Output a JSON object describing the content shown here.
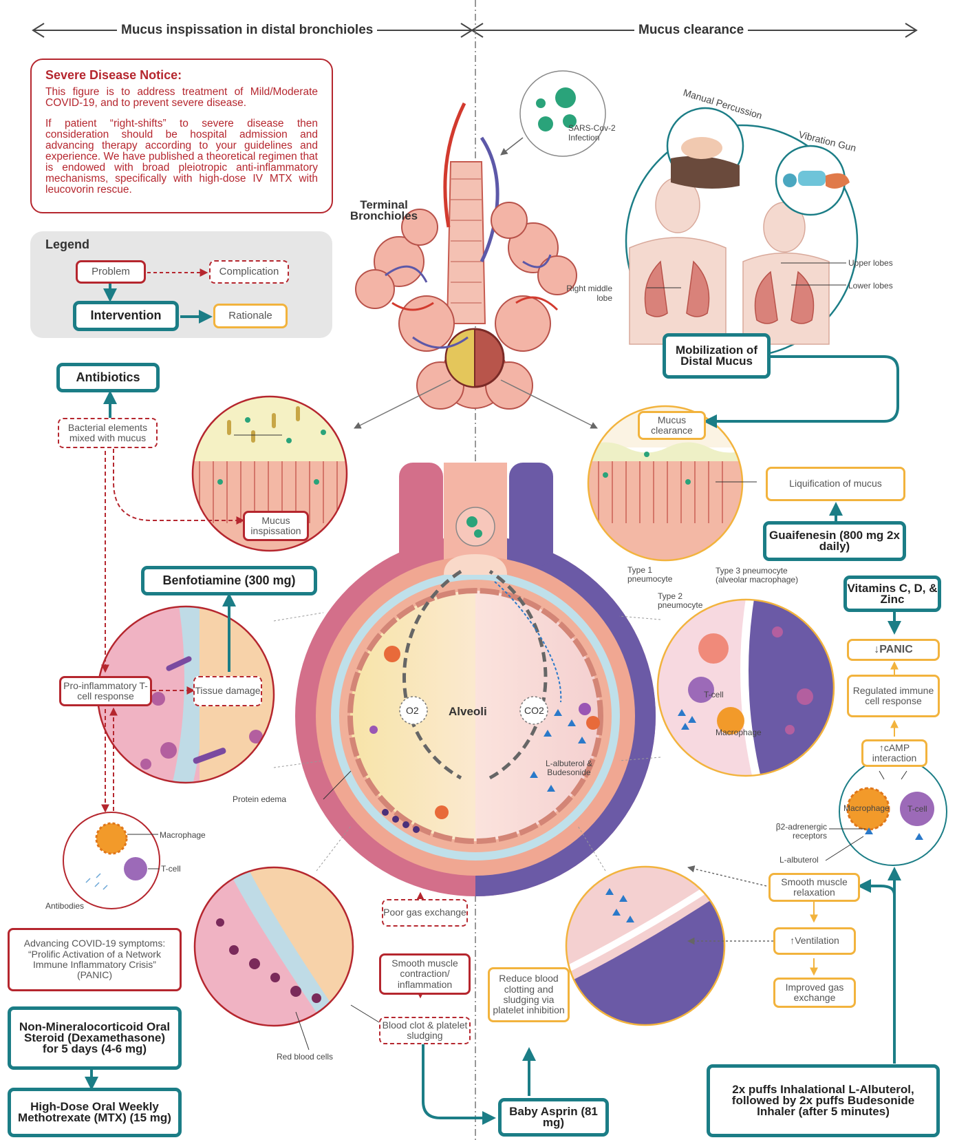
{
  "header": {
    "left": "Mucus inspissation in distal bronchioles",
    "right": "Mucus clearance"
  },
  "notice": {
    "title": "Severe Disease Notice:",
    "p1": "This figure is to address treatment of Mild/Moderate COVID-19, and to prevent severe disease.",
    "p2": "If patient “right-shifts” to severe disease then consideration should be hospital admission and advancing therapy according to your guidelines and experience. We have published a theoretical regimen that is endowed with broad pleiotropic anti-inflammatory mechanisms, specifically with high-dose IV MTX with leucovorin rescue."
  },
  "legend": {
    "title": "Legend",
    "problem": "Problem",
    "complication": "Complication",
    "intervention": "Intervention",
    "rationale": "Rationale"
  },
  "anatomy": {
    "terminal_bronchioles": "Terminal Bronchioles",
    "sars": "SARS-Cov-2 Infection",
    "alveoli": "Alveoli",
    "o2": "O2",
    "co2": "CO2",
    "type1": "Type 1 pneumocyte",
    "type2": "Type 2 pneumocyte",
    "type3": "Type 3 pneumocyte (alveolar macrophage)",
    "protein_edema": "Protein edema",
    "red_blood_cells": "Red blood cells",
    "lalb_bud": "L-albuterol & Budesonide",
    "macrophage": "Macrophage",
    "tcell": "T-cell",
    "antibodies": "Antibodies",
    "beta2": "β2-adrenergic receptors",
    "lalbuterol": "L-albuterol",
    "manual_percussion": "Manual Percussion",
    "vibration_gun": "Vibration Gun",
    "upper_lobes": "Upper lobes",
    "lower_lobes": "Lower lobes",
    "right_middle_lobe": "Right middle lobe"
  },
  "left_flow": {
    "antibiotics": "Antibiotics",
    "bacterial": "Bacterial elements mixed with mucus",
    "mucus_inspissation": "Mucus inspissation",
    "benfotiamine": "Benfotiamine (300 mg)",
    "proinflammatory": "Pro-inflammatory T-cell response",
    "tissue_damage": "Tissue damage",
    "advancing": "Advancing COVID-19 symptoms: “Prolific Activation of a Network Immune Inflammatory Crisis” (PANIC)",
    "steroid": "Non-Mineralocorticoid Oral Steroid (Dexamethasone) for 5 days (4-6 mg)",
    "mtx": "High-Dose Oral Weekly Methotrexate (MTX) (15 mg)"
  },
  "center_flow": {
    "poor_gas": "Poor gas exchange",
    "smooth_contraction": "Smooth muscle contraction/ inflammation",
    "blood_clot": "Blood clot & platelet sludging",
    "reduce_clotting": "Reduce blood clotting and sludging via platelet inhibition",
    "baby_aspirin": "Baby Asprin (81 mg)"
  },
  "right_flow": {
    "mobilization": "Mobilization of Distal Mucus",
    "mucus_clearance": "Mucus clearance",
    "liquification": "Liquification of mucus",
    "guaifenesin": "Guaifenesin (800 mg 2x daily)",
    "vitamins": "Vitamins C, D, & Zinc",
    "panic": "↓PANIC",
    "regulated": "Regulated immune cell response",
    "camp": "↑cAMP interaction",
    "smooth_relax": "Smooth muscle relaxation",
    "ventilation": "↑Ventilation",
    "improved_gas": "Improved gas exchange",
    "inhaler": "2x puffs Inhalational L-Albuterol, followed by 2x puffs Budesonide Inhaler (after 5 minutes)"
  },
  "colors": {
    "problem": "#b5262e",
    "intervention": "#1b7d86",
    "rationale": "#f2b33d",
    "tissue_pink": "#f2b6a8",
    "tissue_purple": "#7a6ab0"
  }
}
